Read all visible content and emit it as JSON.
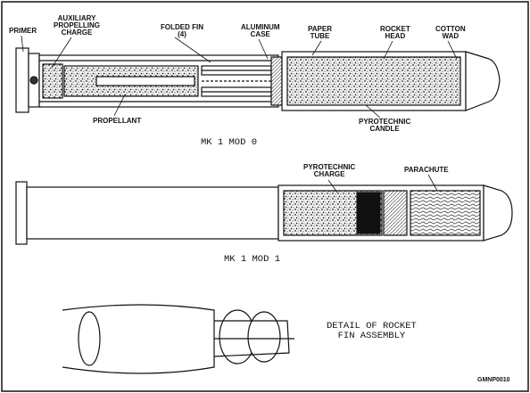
{
  "top_labels": {
    "primer": "PRIMER",
    "auxiliary": "AUXILIARY\nPROPELLING\nCHARGE",
    "folded_fin": "FOLDED FIN\n(4)",
    "aluminum_case": "ALUMINUM\nCASE",
    "paper_tube": "PAPER\nTUBE",
    "rocket_head": "ROCKET\nHEAD",
    "cotton_wad": "COTTON\nWAD",
    "propellant": "PROPELLANT",
    "pyrotechnic_candle": "PYROTECHNIC\nCANDLE"
  },
  "top_caption": "MK 1 MOD 0",
  "mid_labels": {
    "pyrotechnic_charge": "PYROTECHNIC\nCHARGE",
    "parachute": "PARACHUTE"
  },
  "mid_caption": "MK 1 MOD 1",
  "detail_caption": "DETAIL OF ROCKET\nFIN ASSEMBLY",
  "figure_code": "GMNP0010"
}
